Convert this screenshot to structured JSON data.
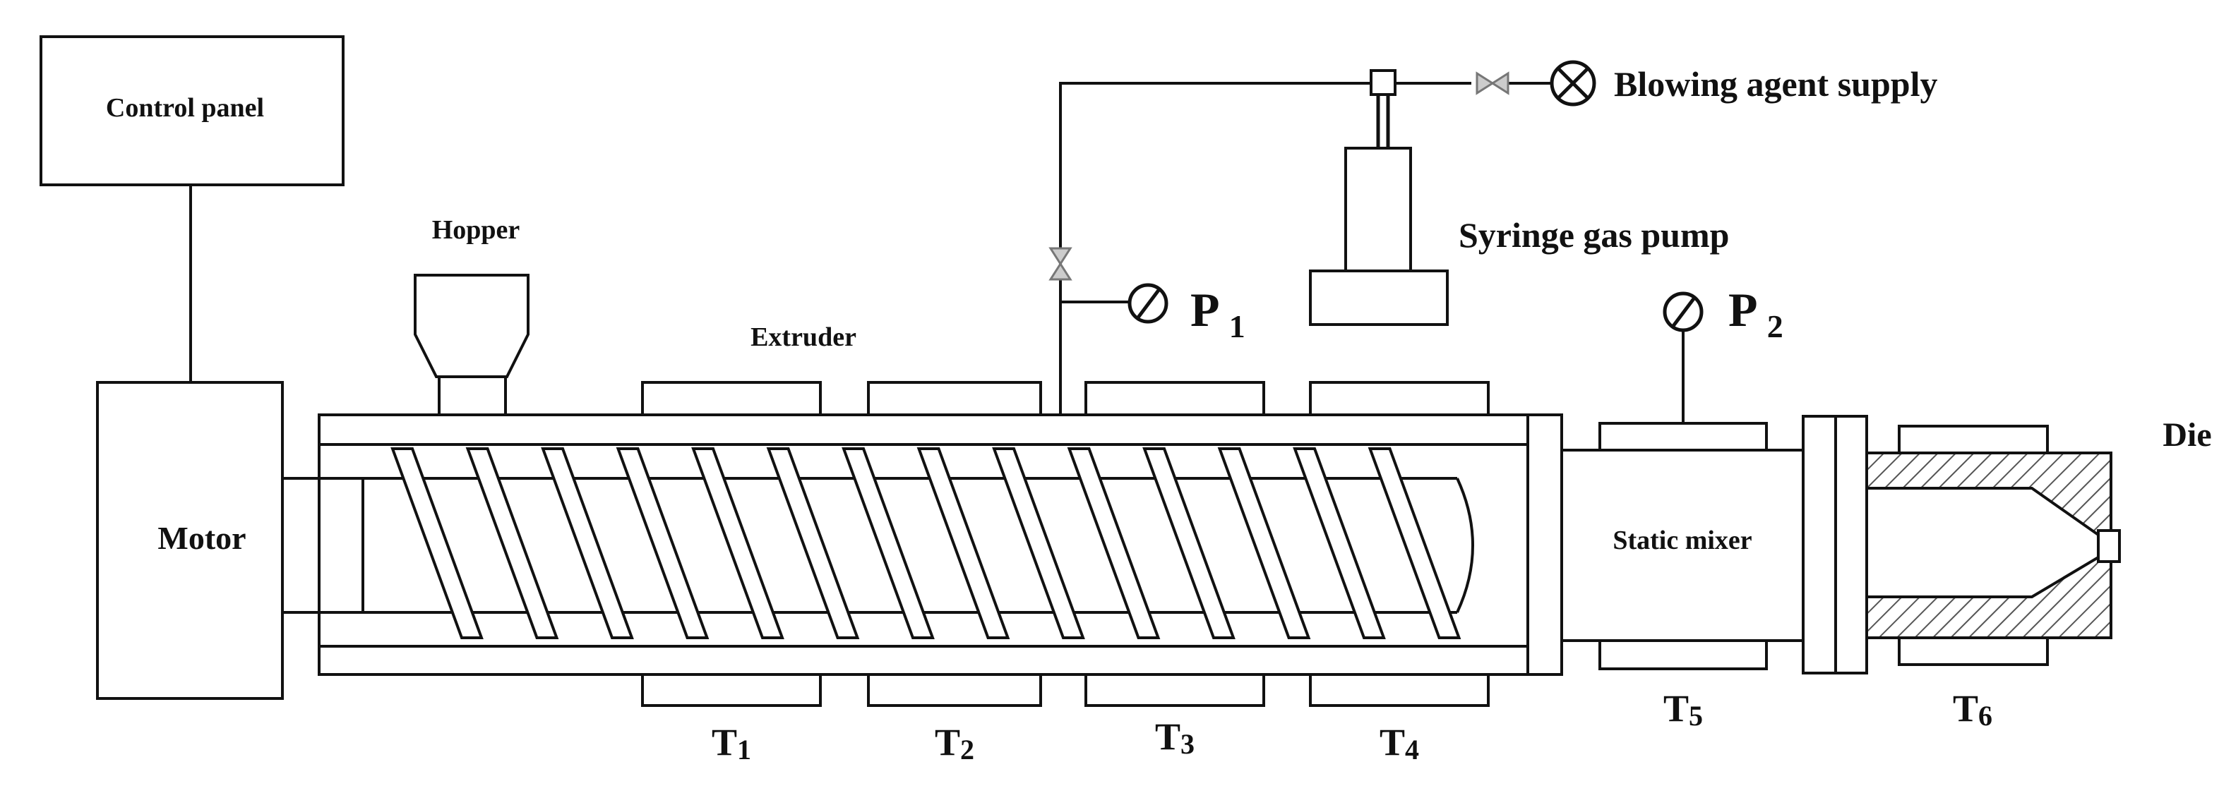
{
  "diagram": {
    "labels": {
      "control_panel": "Control panel",
      "motor": "Motor",
      "hopper": "Hopper",
      "extruder": "Extruder",
      "blowing_agent_supply": "Blowing agent supply",
      "syringe_gas_pump": "Syringe gas pump",
      "static_mixer": "Static mixer",
      "die": "Die"
    },
    "gauges": [
      {
        "letter": "P",
        "sub": "1"
      },
      {
        "letter": "P",
        "sub": "2"
      }
    ],
    "heaters": [
      {
        "letter": "T",
        "sub": "1"
      },
      {
        "letter": "T",
        "sub": "2"
      },
      {
        "letter": "T",
        "sub": "3"
      },
      {
        "letter": "T",
        "sub": "4"
      },
      {
        "letter": "T",
        "sub": "5"
      },
      {
        "letter": "T",
        "sub": "6"
      }
    ],
    "colors": {
      "line": "#111111",
      "background": "#ffffff"
    }
  }
}
